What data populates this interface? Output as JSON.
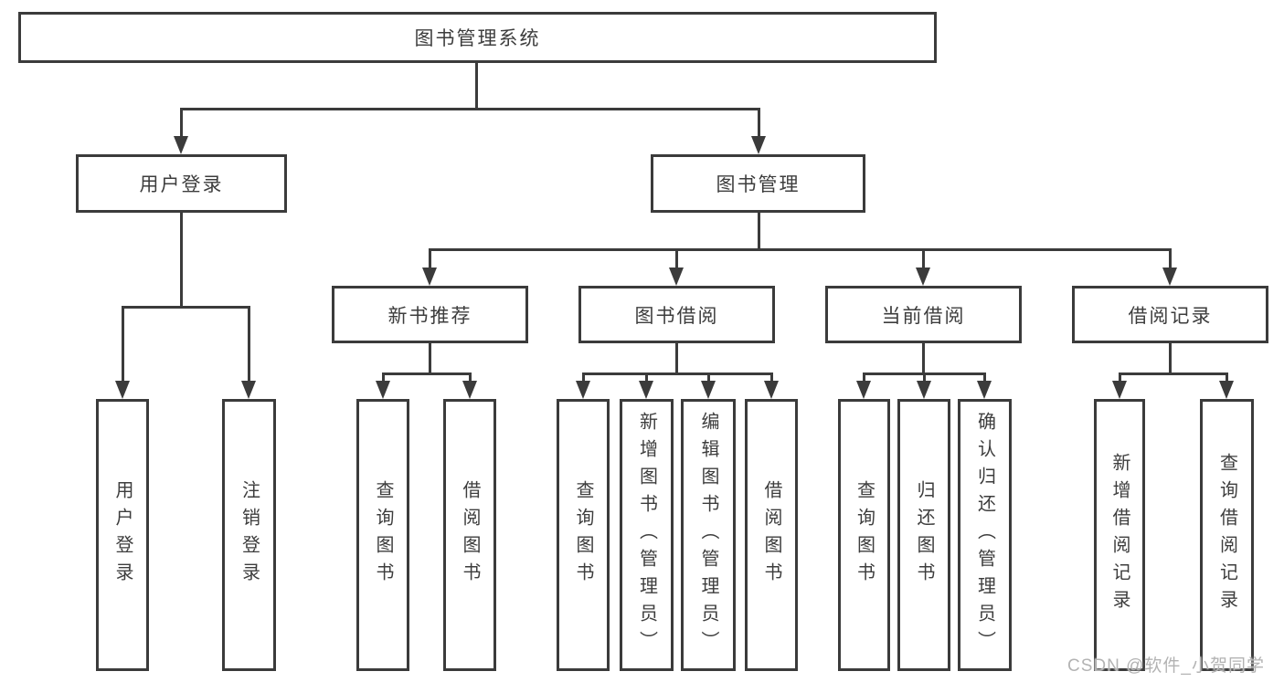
{
  "tree": {
    "label": "图书管理系统",
    "children": [
      {
        "label": "用户登录",
        "children": [
          {
            "label": "用户登录"
          },
          {
            "label": "注销登录"
          }
        ]
      },
      {
        "label": "图书管理",
        "children": [
          {
            "label": "新书推荐",
            "children": [
              {
                "label": "查询图书"
              },
              {
                "label": "借阅图书"
              }
            ]
          },
          {
            "label": "图书借阅",
            "children": [
              {
                "label": "查询图书"
              },
              {
                "label": "新增图书（管理员）"
              },
              {
                "label": "编辑图书（管理员）"
              },
              {
                "label": "借阅图书"
              }
            ]
          },
          {
            "label": "当前借阅",
            "children": [
              {
                "label": "查询图书"
              },
              {
                "label": "归还图书"
              },
              {
                "label": "确认归还（管理员）"
              }
            ]
          },
          {
            "label": "借阅记录",
            "children": [
              {
                "label": "新增借阅记录"
              },
              {
                "label": "查询借阅记录"
              }
            ]
          }
        ]
      }
    ]
  },
  "watermark": {
    "text": "CSDN @软件_小贺同学"
  },
  "colors": {
    "line": "#3b3b3b",
    "text": "#3d3d3d",
    "watermark": "#b3b3b3",
    "background": "#ffffff"
  }
}
